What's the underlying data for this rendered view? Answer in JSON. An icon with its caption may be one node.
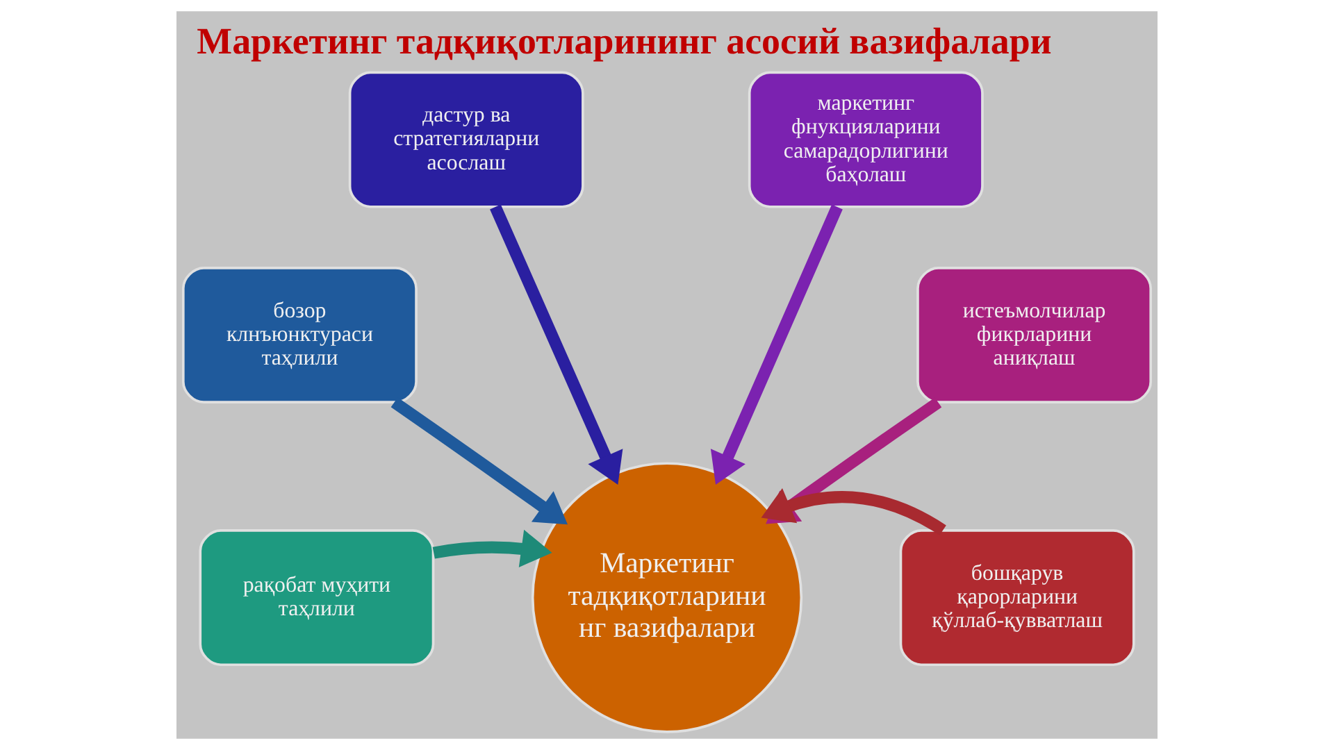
{
  "diagram": {
    "title": "Маркетинг тадқиқотларининг асосий вазифалари",
    "nodes": [
      {
        "text": [
          "дастур ва стратегияларни асослаш"
        ]
      },
      {
        "text": [
          "маркетинг фнукцияларини самарадорлигини баҳолаш"
        ]
      },
      {
        "text": [
          "бозор клнъюнктураси таҳлили"
        ]
      },
      {
        "text": [
          "истеъмолчилар фикрларини аниқлаш"
        ]
      },
      {
        "text": [
          "рақобат муҳити таҳлили"
        ]
      },
      {
        "text": [
          "Маркетинг тадқиқотларини нг вазифалари"
        ]
      },
      {
        "text": [
          "бошқарув қарорларини қўллаб-қувватлаш"
        ]
      }
    ],
    "edges": [
      {
        "from": 0,
        "to": 5,
        "arrow": "to",
        "color": "#2a1fa0"
      },
      {
        "from": 1,
        "to": 5,
        "arrow": "to",
        "color": "#7b22b0"
      },
      {
        "from": 2,
        "to": 5,
        "arrow": "to",
        "color": "#1f5a9c"
      },
      {
        "from": 3,
        "to": 5,
        "arrow": "to",
        "color": "#a8207e"
      },
      {
        "from": 4,
        "to": 5,
        "arrow": "to",
        "color": "#1e8a78"
      },
      {
        "from": 6,
        "to": 5,
        "arrow": "to",
        "color": "#a82a30"
      }
    ]
  }
}
